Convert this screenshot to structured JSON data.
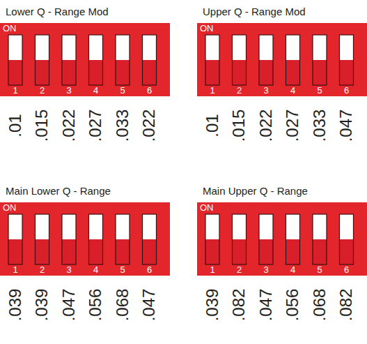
{
  "diagram": {
    "nodes": [
      {
        "text": [
          "Lower Q - Range Mod",
          "ON",
          "1",
          "2",
          "3",
          "4",
          "5",
          "6"
        ]
      },
      {
        "text": [
          "Upper Q - Range Mod",
          "ON",
          "1",
          "2",
          "3",
          "4",
          "5",
          "6"
        ]
      },
      {
        "text": [
          "Main Lower Q - Range",
          "ON",
          "1",
          "2",
          "3",
          "4",
          "5",
          "6"
        ]
      },
      {
        "text": [
          "Main Upper Q - Range",
          "ON",
          "1",
          "2",
          "3",
          "4",
          "5",
          "6"
        ]
      }
    ],
    "labels": [
      ".01",
      ".015",
      ".022",
      ".027",
      ".033",
      ".022",
      ".01",
      ".015",
      ".022",
      ".027",
      ".033",
      ".047",
      ".039",
      ".039",
      ".047",
      ".056",
      ".068",
      ".047",
      ".039",
      ".082",
      ".047",
      ".056",
      ".068",
      ".082"
    ]
  }
}
